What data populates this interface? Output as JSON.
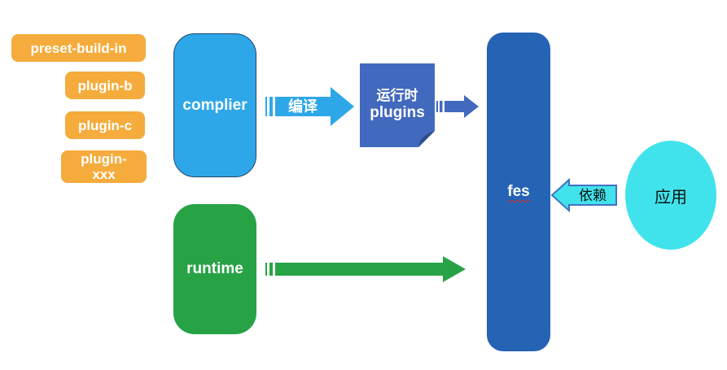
{
  "diagram": {
    "plugins": [
      {
        "label": "preset-build-in"
      },
      {
        "label": "plugin-b"
      },
      {
        "label": "plugin-c"
      },
      {
        "label": "plugin-",
        "label2": "xxx"
      }
    ],
    "compiler": {
      "label": "complier"
    },
    "runtime": {
      "label": "runtime"
    },
    "note": {
      "line1": "运行时",
      "line2": "plugins"
    },
    "fes": {
      "label": "fes"
    },
    "app": {
      "label": "应用"
    },
    "arrows": {
      "compile": {
        "label": "编译"
      },
      "depend": {
        "label": "依赖"
      }
    },
    "colors": {
      "plugin_orange": "#F5AC3C",
      "compiler_blue": "#2EA7E9",
      "note_blue": "#4169BD",
      "note_fold_dark": "#2C4D8F",
      "fes_blue": "#2563B5",
      "runtime_green": "#27A346",
      "app_cyan": "#40E3EC",
      "arrow_border_blue": "#4472C4",
      "spellcheck_red": "#E0281E"
    }
  }
}
